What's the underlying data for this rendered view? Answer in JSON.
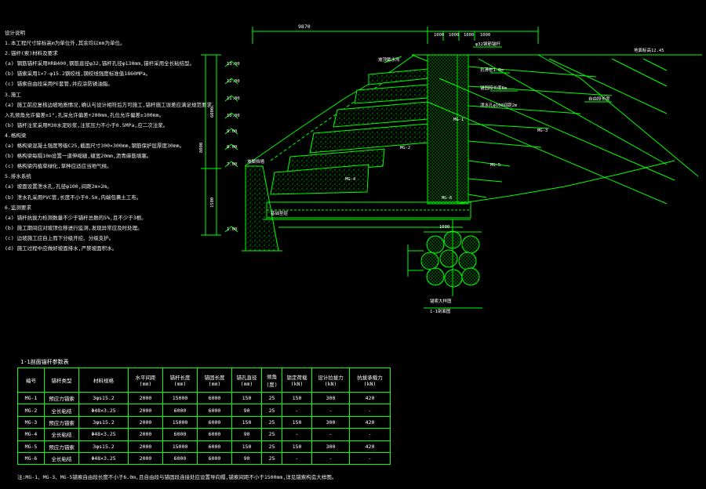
{
  "notes": [
    "设计说明",
    "1.本工程尺寸除标高m为单位外,其余均以mm为单位。",
    "2.锚杆(索)材料及要求",
    "(a) 钢筋锚杆采用HRB400,钢筋直径φ32,锚杆孔径φ130mm,锚杆采用全长粘结型。",
    "(b) 锚索采用1×7-φ15.2钢绞线,钢绞线强度标准值1860MPa。",
    "(c) 锚索自由段采用PE套管,并应涂防锈油脂。",
    "3.施工",
    "(a) 施工前应复核边坡地质情况,确认与设计相符后方可施工,锚杆施工误差应满足规范要求。",
    "入孔倾角允许偏差±1°,孔深允许偏差+200mm,孔位允许偏差±100mm。",
    "(b) 锚杆注浆采用M30水泥砂浆,注浆压力不小于0.5MPa,应二次注浆。",
    "4.格构梁",
    "(a) 格构梁混凝土强度等级C25,截面尺寸300×300mm,钢筋保护层厚度30mm。",
    "(b) 格构梁每隔10m设置一道伸缩缝,缝宽20mm,沥青麻筋填塞。",
    "(c) 格构梁内植草绿化,草种应适应当地气候。",
    "5.排水系统",
    "(a) 坡面设置泄水孔,孔径φ100,间距2m×2m。",
    "(b) 泄水孔采用PVC管,长度不小于0.5m,内端包裹土工布。",
    "6.监测要求",
    "(a) 锚杆抗拔力检测数量不少于锚杆总数的5%,且不少于3根。",
    "(b) 施工期间应对坡顶位移进行监测,发现异常应及时处理。",
    "(c) 边坡施工应自上而下分级开挖、分级支护。",
    "(d) 施工过程中应做好坡面排水,严禁坡面积水。"
  ],
  "drawing": {
    "dims_top": [
      "9870",
      "1000",
      "1000",
      "1000",
      "1000"
    ],
    "elevations": [
      "13.00",
      "12.00",
      "11.00",
      "10.00",
      "9.00",
      "8.00",
      "7.00",
      "1.00"
    ],
    "dims_left": [
      "8000",
      "6000",
      "1500"
    ],
    "labels": {
      "crest": "坡顶截水沟",
      "rod": "φ32钢筋锚杆",
      "pile": "抗滑桩1.0m",
      "anchorage": "锚固段长度8m",
      "drain_note": "泄水孔φ100间距2m",
      "free_seg": "自由段长度",
      "frame_beam": "格构梁",
      "toe_wall": "坡脚挡墙",
      "ground_elev": "地面标高12.45",
      "mg1": "MG-1",
      "mg2": "MG-2",
      "mg3": "MG-3",
      "mg4": "MG-4",
      "mg5": "MG-5",
      "mg6": "MG-6",
      "base": "基础垫层",
      "cross_section_title": "1-1剖面图",
      "detail_title": "锚索大样图",
      "dim_1000": "1000"
    }
  },
  "table": {
    "title": "1-1剖面锚杆参数表",
    "headers": [
      "编号",
      "锚杆类型",
      "材料规格",
      "水平间距 (mm)",
      "锚杆长度 (mm)",
      "锚固长度 (mm)",
      "锚孔直径 (mm)",
      "倾角 (度)",
      "锁定荷载 (kN)",
      "设计拉拔力 (kN)",
      "抗拔承载力 (kN)"
    ],
    "rows": [
      [
        "MG-1",
        "预应力锚索",
        "3φs15.2",
        "2000",
        "15000",
        "6000",
        "150",
        "25",
        "150",
        "300",
        "420"
      ],
      [
        "MG-2",
        "全长粘结",
        "Φ48×3.25",
        "2000",
        "6000",
        "6000",
        "90",
        "25",
        "-",
        "-",
        "-"
      ],
      [
        "MG-3",
        "预应力锚索",
        "3φs15.2",
        "2000",
        "15000",
        "6000",
        "150",
        "25",
        "150",
        "300",
        "420"
      ],
      [
        "MG-4",
        "全长粘结",
        "Φ48×3.25",
        "2000",
        "6000",
        "6000",
        "90",
        "25",
        "-",
        "-",
        "-"
      ],
      [
        "MG-5",
        "预应力锚索",
        "3φs15.2",
        "2000",
        "15000",
        "6000",
        "150",
        "25",
        "150",
        "300",
        "420"
      ],
      [
        "MG-6",
        "全长粘结",
        "Φ48×3.25",
        "2000",
        "6000",
        "6000",
        "90",
        "25",
        "-",
        "-",
        "-"
      ]
    ]
  },
  "footnote": "注:MG-1、MG-3、MG-5锚索自由段长度不小于6.0m,且自由段与锚固段连接处应设置导向帽,锚索间距不小于1500mm,详见锚索构造大样图。",
  "colors": {
    "background": "#000000",
    "linework": "#00ff00",
    "text": "#ffffff"
  }
}
